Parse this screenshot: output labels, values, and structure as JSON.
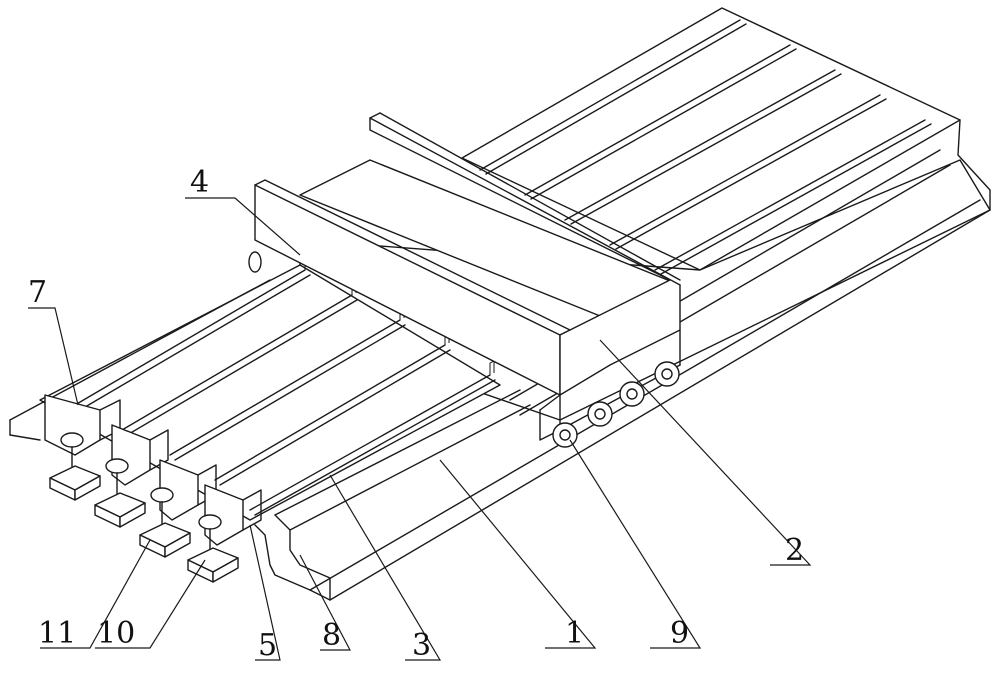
{
  "diagram": {
    "labels": {
      "l1": "1",
      "l2": "2",
      "l3": "3",
      "l4": "4",
      "l5": "5",
      "l7": "7",
      "l8": "8",
      "l9": "9",
      "l10": "10",
      "l11": "11"
    }
  }
}
